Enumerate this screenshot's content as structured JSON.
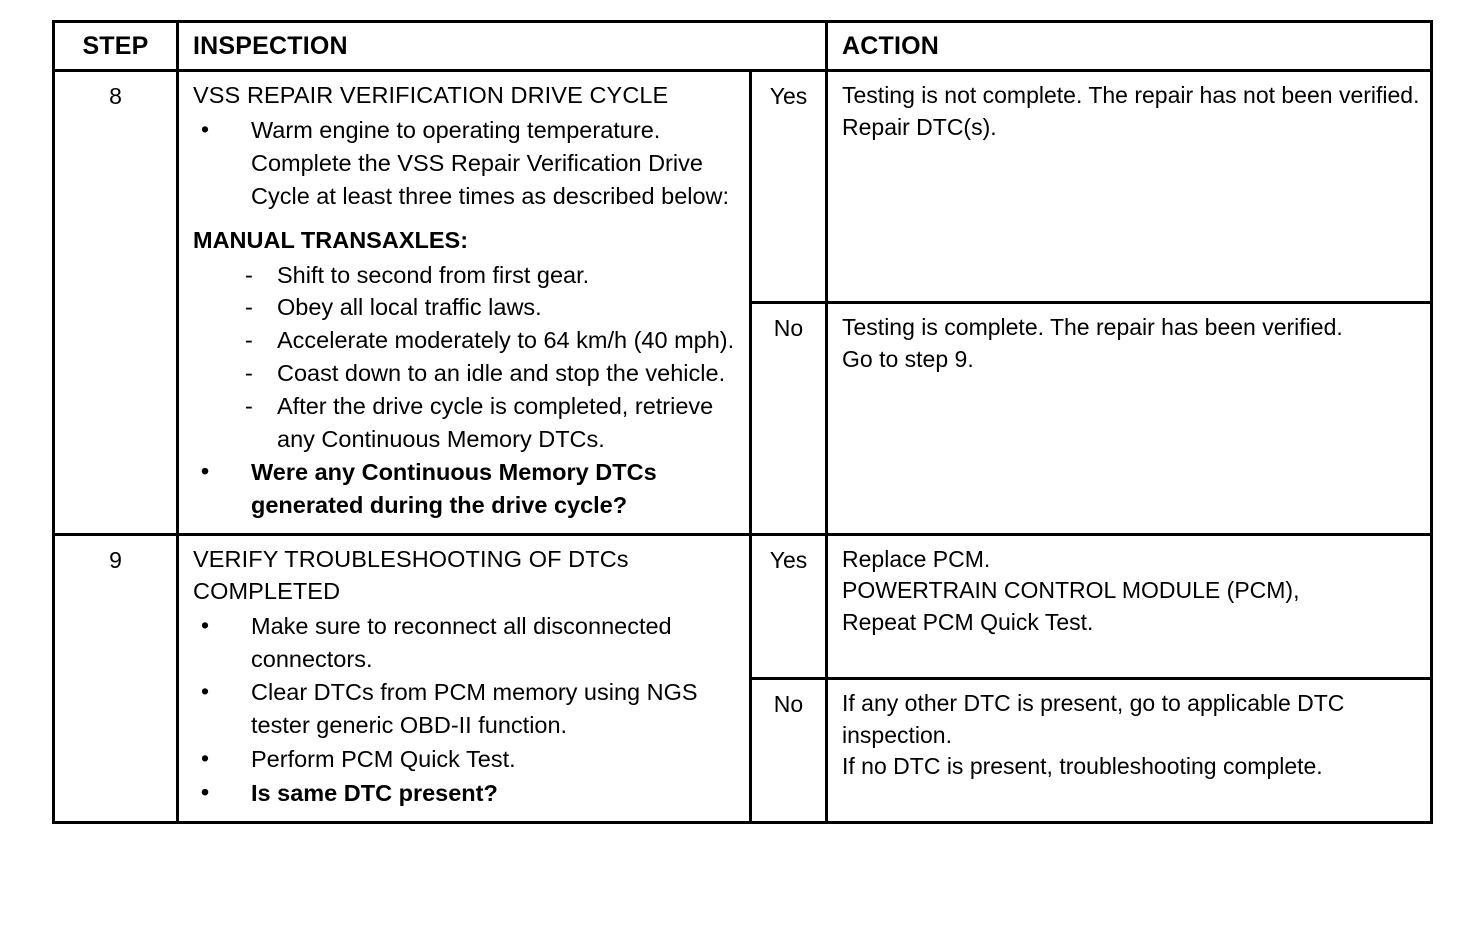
{
  "document": {
    "type": "diagnostic-procedure-table",
    "columns": [
      "STEP",
      "INSPECTION",
      "ACTION"
    ]
  },
  "header": {
    "step": "STEP",
    "inspection": "INSPECTION",
    "action": "ACTION"
  },
  "rows": [
    {
      "step": "8",
      "inspection": {
        "title": "VSS REPAIR VERIFICATION DRIVE CYCLE",
        "bullets_top": [
          "Warm engine to operating temperature. Complete the VSS Repair Verification Drive Cycle at least three times as described below:"
        ],
        "subhead": "MANUAL TRANSAXLES:",
        "dashes": [
          "Shift to second from first gear.",
          "Obey all local traffic laws.",
          "Accelerate moderately to 64 km/h (40 mph).",
          "Coast down to an idle and stop the vehicle.",
          "After the drive cycle is completed, retrieve any Continuous Memory DTCs."
        ],
        "bullets_bottom": [
          "Were any Continuous Memory DTCs generated during the drive cycle?"
        ]
      },
      "outcomes": [
        {
          "label": "Yes",
          "lines": [
            "Testing is not complete.  The repair has not been verified.",
            "Repair DTC(s)."
          ]
        },
        {
          "label": "No",
          "lines": [
            "Testing is complete.  The repair has been verified.",
            "Go to step 9."
          ]
        }
      ]
    },
    {
      "step": "9",
      "inspection": {
        "title": "VERIFY TROUBLESHOOTING OF DTCs COMPLETED",
        "bullets_top": [
          "Make sure to reconnect all disconnected connectors.",
          "Clear DTCs from PCM memory using NGS tester generic OBD-II function.",
          "Perform PCM Quick Test."
        ],
        "subhead": "",
        "dashes": [],
        "bullets_bottom": [
          "Is same DTC present?"
        ]
      },
      "outcomes": [
        {
          "label": "Yes",
          "lines": [
            "Replace PCM.",
            "POWERTRAIN CONTROL MODULE (PCM),",
            "Repeat PCM Quick Test."
          ]
        },
        {
          "label": "No",
          "lines": [
            "If any other DTC is present, go to applicable DTC inspection.",
            "If no DTC is present, troubleshooting complete."
          ]
        }
      ]
    }
  ],
  "colors": {
    "ink": "#000000",
    "paper": "#ffffff"
  }
}
